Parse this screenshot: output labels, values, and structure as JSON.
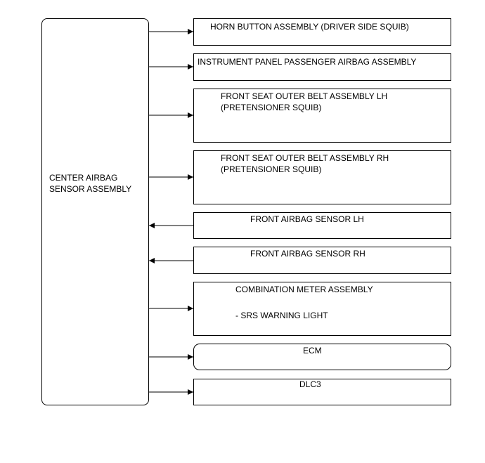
{
  "center": {
    "line1": "CENTER AIRBAG",
    "line2": "SENSOR ASSEMBLY"
  },
  "components": [
    {
      "lines": [
        "HORN BUTTON ASSEMBLY (DRIVER SIDE SQUIB)"
      ],
      "direction": "out"
    },
    {
      "lines": [
        "INSTRUMENT PANEL PASSENGER AIRBAG ASSEMBLY"
      ],
      "direction": "out"
    },
    {
      "lines": [
        "FRONT SEAT OUTER BELT ASSEMBLY LH",
        "(PRETENSIONER SQUIB)"
      ],
      "direction": "out"
    },
    {
      "lines": [
        "FRONT SEAT OUTER BELT ASSEMBLY RH",
        "(PRETENSIONER SQUIB)"
      ],
      "direction": "out"
    },
    {
      "lines": [
        "FRONT AIRBAG SENSOR LH"
      ],
      "direction": "in"
    },
    {
      "lines": [
        "FRONT AIRBAG SENSOR RH"
      ],
      "direction": "in"
    },
    {
      "lines": [
        "COMBINATION METER ASSEMBLY",
        "- SRS WARNING LIGHT"
      ],
      "direction": "out"
    },
    {
      "lines": [
        "ECM"
      ],
      "direction": "out"
    },
    {
      "lines": [
        "DLC3"
      ],
      "direction": "out"
    }
  ]
}
